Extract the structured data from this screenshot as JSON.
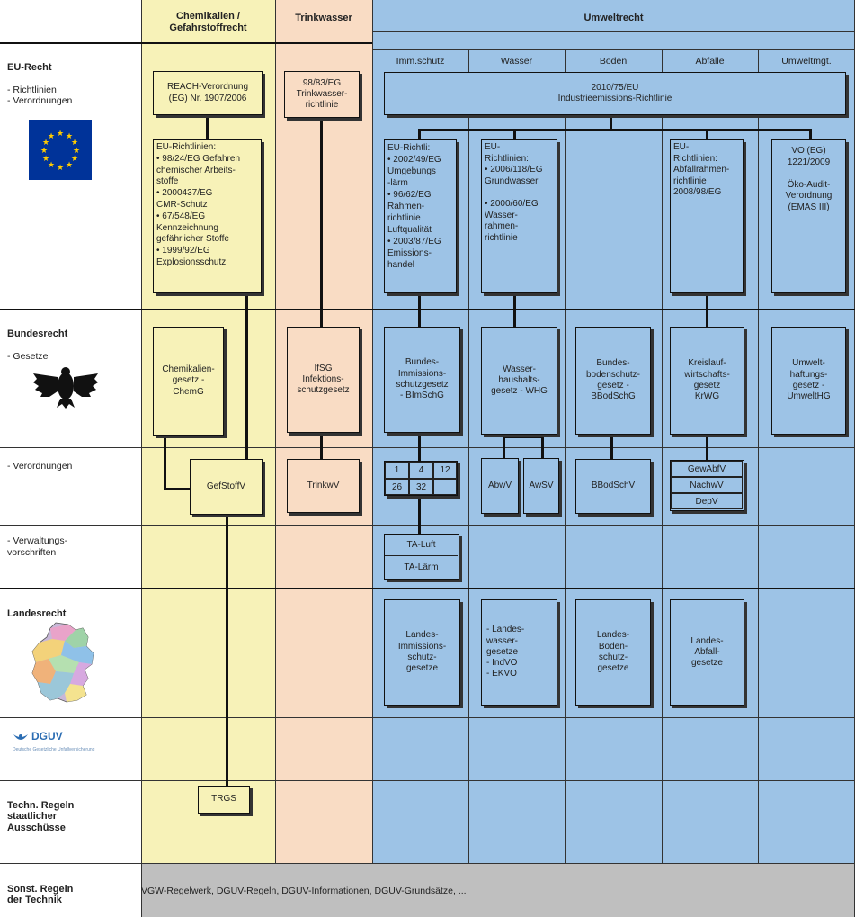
{
  "columns": {
    "chem": "Chemikalien /\nGefahrstoffrecht",
    "trink": "Trinkwasser",
    "umwelt": "Umweltrecht"
  },
  "subcolumns": [
    "Imm.schutz",
    "Wasser",
    "Boden",
    "Abfälle",
    "Umweltmgt."
  ],
  "rows": {
    "eu": {
      "title": "EU-Recht",
      "sub": "- Richtlinien\n- Verordnungen"
    },
    "bund": {
      "title": "Bundesrecht",
      "sub": "- Gesetze"
    },
    "verordnungen": "- Verordnungen",
    "verwaltung": "- Verwaltungs-\nvorschriften",
    "landes": {
      "title": "Landesrecht"
    },
    "dguv": {
      "logo": "DGUV",
      "tagline": "Deutsche Gesetzliche Unfallversicherung"
    },
    "techn": {
      "title": "Techn. Regeln\nstaatlicher\nAusschüsse"
    },
    "sonst": {
      "title": "Sonst. Regeln\nder Technik"
    }
  },
  "boxes": {
    "reach": "REACH-Verordnung\n(EG) Nr. 1907/2006",
    "eu_richtlinien_chem": "EU-Richtlinien:\n• 98/24/EG Gefahren\n   chemischer Arbeits-\n   stoffe\n• 2000437/EG\n   CMR-Schutz\n• 67/548/EG\n   Kennzeichnung\n   gefährlicher Stoffe\n• 1999/92/EG\n   Explosionsschutz",
    "trinkwasser_rl": "98/83/EG\nTrinkwasser-\nrichtlinie",
    "industrie": "2010/75/EU\nIndustrieemissions-Richtlinie",
    "imm_rl": "EU-Richtli:\n• 2002/49/EG\n   Umgebungs\n   -lärm\n• 96/62/EG\n   Rahmen-\n   richtlinie\n   Luftqualität\n• 2003/87/EG\n   Emissions-\n   handel",
    "wasser_rl": "EU-\nRichtlinien:\n• 2006/118/EG\n   Grundwasser\n\n• 2000/60/EG\n   Wasser-\n   rahmen-\n   richtlinie",
    "abfall_rl": "EU-\nRichtlinien:\nAbfallrahmen-\nrichtlinie\n2008/98/EG",
    "emas": "VO (EG)\n1221/2009\n\nÖko-Audit-\nVerordnung\n(EMAS III)",
    "chemg": "Chemikalien-\ngesetz -\nChemG",
    "ifsg": "IfSG\nInfektions-\nschutzgesetz",
    "bimschg": "Bundes-\nImmissions-\nschutzgesetz\n- BImSchG",
    "whg": "Wasser-\nhaushalts-\ngesetz - WHG",
    "bbodschg": "Bundes-\nbodenschutz-\ngesetz -\nBBodSchG",
    "krwg": "Kreislauf-\nwirtschafts-\ngesetz\nKrWG",
    "umwelthg": "Umwelt-\nhaftungs-\ngesetz -\nUmweltHG",
    "gefstoffv": "GefStoffV",
    "trinkwv": "TrinkwV",
    "bimschv_cells": [
      "1",
      "4",
      "12",
      "26",
      "32",
      ""
    ],
    "abwv": "AbwV",
    "awsv": "AwSV",
    "bbodschv": "BBodSchV",
    "gewabfv": "GewAbfV",
    "nachwv": "NachwV",
    "depv": "DepV",
    "ta_luft": "TA-Luft",
    "ta_laerm": "TA-Lärm",
    "landes_imm": "Landes-\nImmissions-\nschutz-\ngesetze",
    "landes_wasser": "- Landes-\n  wasser-\n  gesetze\n- IndVO\n- EKVO",
    "landes_boden": "Landes-\nBoden-\nschutz-\ngesetze",
    "landes_abfall": "Landes-\nAbfall-\ngesetze",
    "trgs": "TRGS"
  },
  "footer": "VGW-Regelwerk, DGUV-Regeln, DGUV-Informationen, DGUV-Grundsätze, ...",
  "colors": {
    "chem_bg": "#f7f2b8",
    "trink_bg": "#f9dcc4",
    "umwelt_bg": "#9dc3e6",
    "footer_bg": "#bfbfbf",
    "eu_blue": "#003399",
    "eu_star": "#ffcc00"
  }
}
